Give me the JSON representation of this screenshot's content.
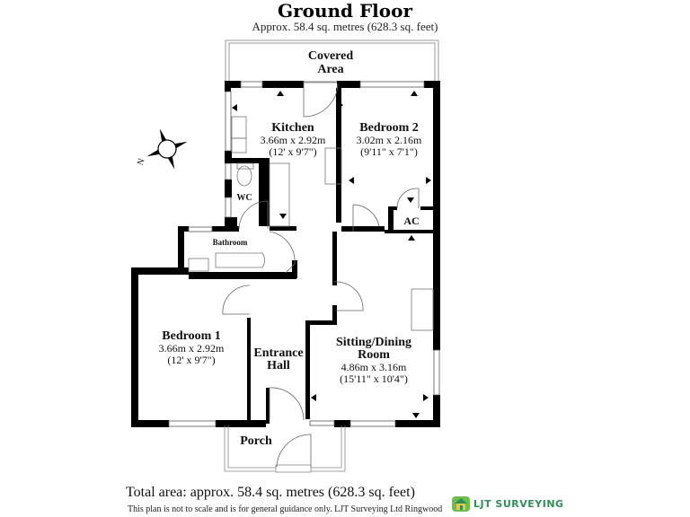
{
  "header": {
    "title": "Ground Floor",
    "subtitle": "Approx. 58.4 sq. metres (628.3 sq. feet)"
  },
  "rooms": [
    {
      "name": "Covered",
      "name2": "Area"
    },
    {
      "name": "Kitchen",
      "metric": "3.66m x 2.92m",
      "imperial": "(12' x 9'7\")"
    },
    {
      "name": "Bedroom 2",
      "metric": "3.02m x 2.16m",
      "imperial": "(9'11\" x 7'1\")"
    },
    {
      "name": "WC"
    },
    {
      "name": "AC"
    },
    {
      "name": "Bathroom"
    },
    {
      "name": "Bedroom 1",
      "metric": "3.66m x 2.92m",
      "imperial": "(12' x 9'7\")"
    },
    {
      "name": "Entrance",
      "name2": "Hall"
    },
    {
      "name": "Sitting/Dining",
      "name2": "Room",
      "metric": "4.86m x 3.16m",
      "imperial": "(15'11\" x 10'4\")"
    },
    {
      "name": "Porch"
    }
  ],
  "compass": {
    "label": "N"
  },
  "footer": {
    "total": "Total area: approx. 58.4 sq. metres (628.3 sq. feet)",
    "disclaimer": "This plan is not to scale and is for general guidance only. LJT Surveying Ltd Ringwood",
    "logo_text": "LJT SURVEYING",
    "logo_color": "#2f8f5a"
  }
}
